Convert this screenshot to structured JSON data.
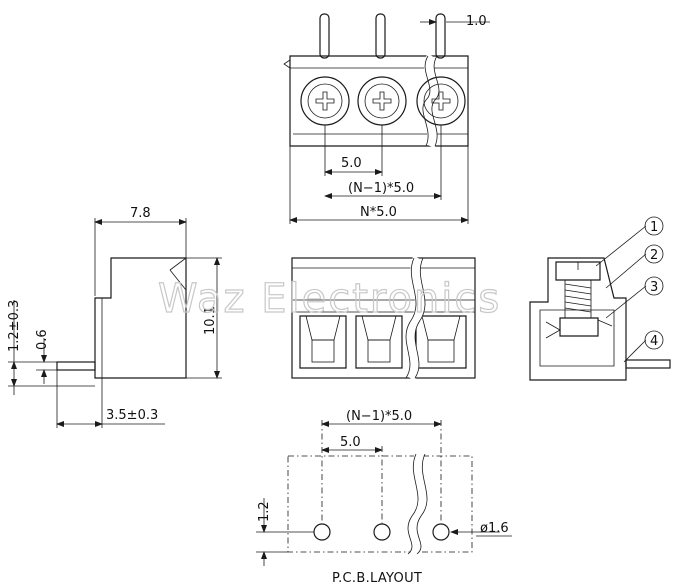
{
  "dimensions": {
    "pin_width": "1.0",
    "pitch_top": "5.0",
    "span_top": "(N−1)*5.0",
    "total_width": "N*5.0",
    "depth": "7.8",
    "height": "10.1",
    "pin_offset": "1.2±0.3",
    "pin_thickness": "0.6",
    "pin_length": "3.5±0.3",
    "pcb_span": "(N−1)*5.0",
    "pcb_pitch": "5.0",
    "pcb_edge": "1.2",
    "hole_diameter": "ø1.6"
  },
  "callouts": [
    "1",
    "2",
    "3",
    "4"
  ],
  "caption": "P.C.B.LAYOUT",
  "watermark": "Waz Electronics"
}
